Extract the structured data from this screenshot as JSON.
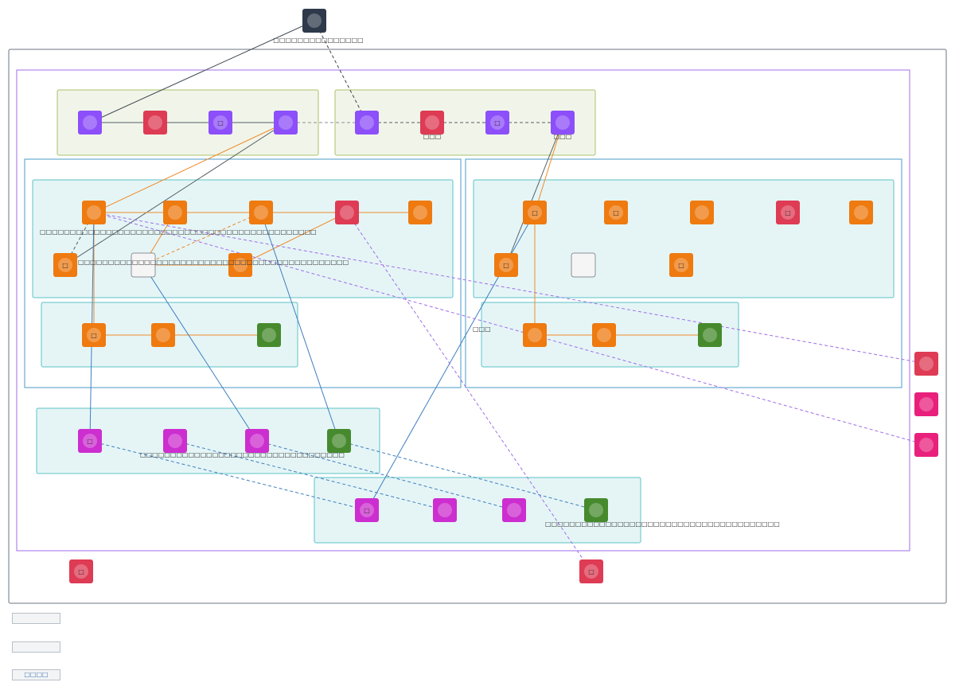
{
  "diagram": {
    "title_node": {
      "id": "user",
      "label": "□□□□□□□□□□□□□□□",
      "color": "#2e3a4b",
      "icon": "user-icon"
    },
    "colors": {
      "outer_border": "#6b7580",
      "vpc_border": "#a06ee8",
      "group_fill_green": "#f1f5e9",
      "group_border_green": "#a8c16a",
      "subnet_fill": "#e5f5f6",
      "subnet_border": "#5cc3c6",
      "az_border": "#4a9bc8",
      "purple": "#8c4ffa",
      "red": "#de3b54",
      "orange": "#ee7a10",
      "magenta": "#cc2ecf",
      "green": "#468a2d",
      "pink": "#e8207c",
      "edge_gray": "#555f66",
      "edge_orange": "#ef8a2a",
      "edge_blue": "#3d7fbf",
      "edge_purple": "#a06ee8"
    },
    "nodes": [
      {
        "id": "g1a",
        "color": "purple",
        "label": ""
      },
      {
        "id": "g1b",
        "color": "red",
        "label": ""
      },
      {
        "id": "g1c",
        "color": "purple",
        "label": "□"
      },
      {
        "id": "g1d",
        "color": "purple",
        "label": ""
      },
      {
        "id": "g2a",
        "color": "purple",
        "label": ""
      },
      {
        "id": "g2b",
        "color": "red",
        "label": "□□□"
      },
      {
        "id": "g2c",
        "color": "purple",
        "label": "□"
      },
      {
        "id": "g2d",
        "color": "purple",
        "label": "□□□"
      },
      {
        "id": "s1a",
        "color": "orange",
        "label": ""
      },
      {
        "id": "s1b",
        "color": "orange",
        "label": ""
      },
      {
        "id": "s1c",
        "color": "orange",
        "label": ""
      },
      {
        "id": "s1d",
        "color": "red",
        "label": ""
      },
      {
        "id": "s1e",
        "color": "orange",
        "label": ""
      },
      {
        "id": "s1f",
        "color": "orange",
        "label": "□"
      },
      {
        "id": "s1g",
        "color": "blank",
        "label": ""
      },
      {
        "id": "s1h",
        "color": "orange",
        "label": ""
      },
      {
        "id": "s2a",
        "color": "orange",
        "label": "□"
      },
      {
        "id": "s2b",
        "color": "orange",
        "label": ""
      },
      {
        "id": "s2c",
        "color": "green",
        "label": ""
      },
      {
        "id": "s3a",
        "color": "orange",
        "label": "□"
      },
      {
        "id": "s3b",
        "color": "orange",
        "label": "□"
      },
      {
        "id": "s3c",
        "color": "orange",
        "label": ""
      },
      {
        "id": "s3d",
        "color": "red",
        "label": "□"
      },
      {
        "id": "s3e",
        "color": "orange",
        "label": ""
      },
      {
        "id": "s3f",
        "color": "orange",
        "label": "□"
      },
      {
        "id": "s3g",
        "color": "blank",
        "label": ""
      },
      {
        "id": "s3h",
        "color": "orange",
        "label": "□"
      },
      {
        "id": "s4a",
        "color": "orange",
        "label": ""
      },
      {
        "id": "s4b",
        "color": "orange",
        "label": ""
      },
      {
        "id": "s4c",
        "color": "green",
        "label": ""
      },
      {
        "id": "b1a",
        "color": "magenta",
        "label": "□"
      },
      {
        "id": "b1b",
        "color": "magenta",
        "label": ""
      },
      {
        "id": "b1c",
        "color": "magenta",
        "label": ""
      },
      {
        "id": "b1d",
        "color": "green",
        "label": ""
      },
      {
        "id": "b2a",
        "color": "magenta",
        "label": "□"
      },
      {
        "id": "b2b",
        "color": "magenta",
        "label": ""
      },
      {
        "id": "b2c",
        "color": "magenta",
        "label": ""
      },
      {
        "id": "b2d",
        "color": "green",
        "label": ""
      },
      {
        "id": "r1",
        "color": "red",
        "label": ""
      },
      {
        "id": "r2",
        "color": "pink",
        "label": ""
      },
      {
        "id": "r3",
        "color": "pink",
        "label": ""
      },
      {
        "id": "x1",
        "color": "red",
        "label": "□"
      },
      {
        "id": "x2",
        "color": "red",
        "label": "□"
      }
    ],
    "text_labels": {
      "s1_row1": "□□□□□□□□□□□□□□□□□□□□□□□□□□□□□□□□□□□□□□□□□□□□□□",
      "s1_row2": "□□□□□□□□□□□□□□□□□□□□□□□□□□□□□□□□□□□□□□□□□□□□□",
      "s4_side": "□□□",
      "b1_caption": "□□□□□□□□□□□□□□□□□□□□□□□□□□□□□□□□□□",
      "b2_caption": "□□□□□□□□□□□□□□□□□□□□□□□□□□□□□□□□□□□□□□□"
    },
    "legend": [
      {
        "label": ""
      },
      {
        "label": ""
      },
      {
        "label": "□□□□"
      }
    ]
  }
}
